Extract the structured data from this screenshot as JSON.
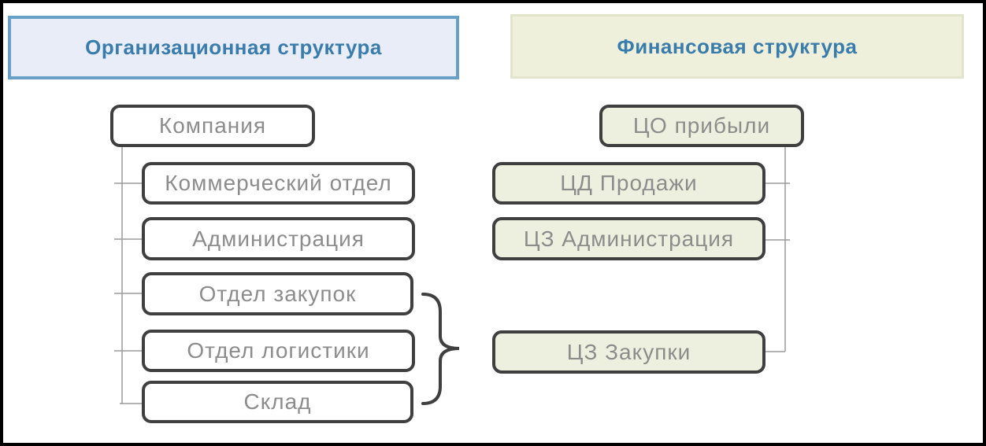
{
  "org": {
    "header": "Организационная структура",
    "root": "Компания",
    "children": [
      "Коммерческий отдел",
      "Администрация",
      "Отдел закупок",
      "Отдел логистики",
      "Склад"
    ]
  },
  "fin": {
    "header": "Финансовая структура",
    "root": "ЦО прибыли",
    "children": [
      "ЦД Продажи",
      "ЦЗ Администрация",
      "ЦЗ Закупки"
    ]
  },
  "colors": {
    "header_text": "#3a7cab",
    "org_header_bg": "#e9edf8",
    "org_header_border": "#69a0c8",
    "fin_header_bg": "#eef0dc",
    "fin_header_border": "#e2e5cb",
    "node_border": "#3f3f3f",
    "node_text": "#8c8c8c",
    "fin_node_bg": "#edf0df",
    "connector_line": "#9b9b9b",
    "brace": "#3f3f3f",
    "outer_frame": "#000000"
  }
}
